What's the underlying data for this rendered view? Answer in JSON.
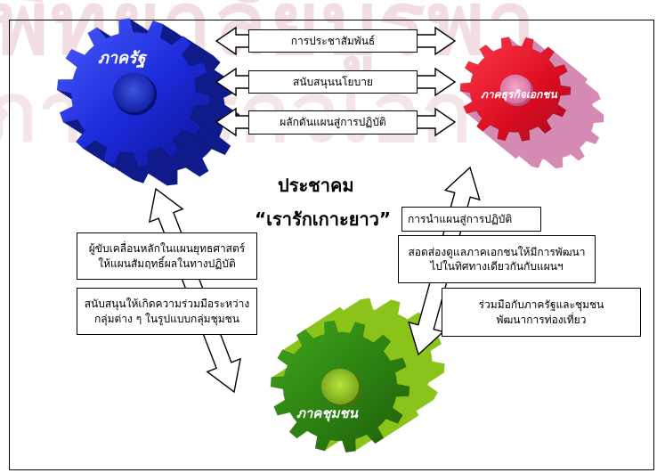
{
  "watermark": {
    "line1": "พิทยาลัยบูรพา",
    "line2": "ภาคธุรกิจเอกชน"
  },
  "gears": {
    "government": {
      "label": "ภาครัฐ",
      "color": "#1c2fd6"
    },
    "private": {
      "label": "ภาคธุรกิจเอกชน",
      "color": "#e01025"
    },
    "community": {
      "label": "ภาคชุมชน",
      "color": "#2f8a12"
    }
  },
  "center": {
    "line1": "ประชาคม",
    "line2": "“เรารักเกาะยาว”"
  },
  "top_boxes": [
    "การประชาสัมพันธ์",
    "สนับสนุนนโยบาย",
    "ผลักดันแผนสู่การปฏิบัติ"
  ],
  "left_boxes": [
    [
      "ผู้ขับเคลื่อนหลักในแผนยุทธศาสตร์",
      "ให้แผนสัมฤทธิ์ผลในทางปฏิบัติ"
    ],
    [
      "สนับสนุนให้เกิดความร่วมมือระหว่าง",
      "กลุ่มต่าง ๆ ในรูปแบบกลุ่มชุมชน"
    ]
  ],
  "right_boxes": [
    [
      "การนำแผนสู่การปฏิบัติ"
    ],
    [
      "สอดส่องดูแลภาคเอกชนให้มีการพัฒนา",
      "ไปในทิศทางเดียวกันกับแผนฯ"
    ],
    [
      "ร่วมมือกับภาครัฐและชุมชน",
      "พัฒนาการท่องเที่ยว"
    ]
  ],
  "colors": {
    "gov_side": "#101b8a",
    "private_side": "#d58ab3",
    "community_side": "#8ac41a"
  }
}
